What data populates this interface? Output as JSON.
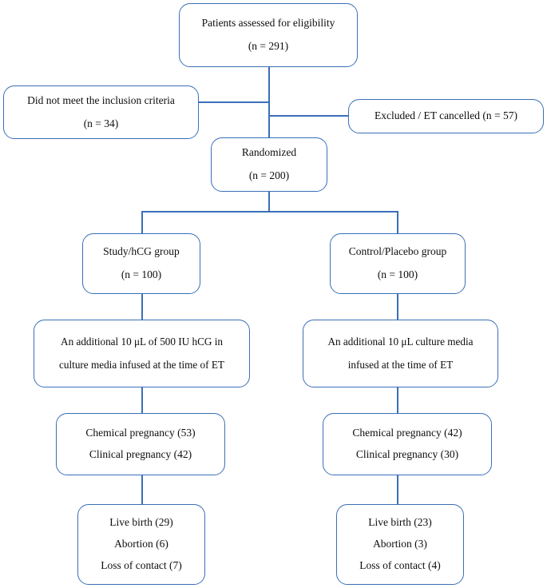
{
  "diagram": {
    "title": "CONSORT participant flow diagram",
    "accent_color": "#3a6fb8",
    "text_color": "#0d0d0d",
    "background": "#ffffff",
    "nodes": {
      "eligibility": {
        "line1": "Patients assessed for eligibility",
        "line2": "(n = 291)"
      },
      "not_met": {
        "line1": "Did not meet the inclusion criteria",
        "line2": "(n = 34)"
      },
      "excluded": {
        "line1": "Excluded / ET cancelled (n = 57)"
      },
      "randomized": {
        "line1": "Randomized",
        "line2": "(n = 200)"
      },
      "study_group": {
        "line1": "Study/hCG group",
        "line2": "(n = 100)"
      },
      "control_group": {
        "line1": "Control/Placebo group",
        "line2": "(n = 100)"
      },
      "study_intervention": {
        "line1": "An additional 10 μL of 500 IU hCG in",
        "line2": "culture media infused at the time of ET"
      },
      "control_intervention": {
        "line1": "An additional 10 μL culture media",
        "line2": "infused at the time of ET"
      },
      "study_pregnancy": {
        "line1": "Chemical pregnancy (53)",
        "line2": "Clinical pregnancy (42)"
      },
      "control_pregnancy": {
        "line1": "Chemical pregnancy (42)",
        "line2": "Clinical pregnancy (30)"
      },
      "study_outcome": {
        "line1": "Live birth (29)",
        "line2": "Abortion (6)",
        "line3": "Loss of contact (7)"
      },
      "control_outcome": {
        "line1": "Live birth (23)",
        "line2": "Abortion (3)",
        "line3": "Loss of contact (4)"
      }
    }
  },
  "chart_data": {
    "type": "diagram",
    "title": "CONSORT participant flow diagram",
    "nodes": [
      {
        "id": "eligibility",
        "label": "Patients assessed for eligibility",
        "n": 291
      },
      {
        "id": "not_met",
        "label": "Did not meet the inclusion criteria",
        "n": 34
      },
      {
        "id": "excluded",
        "label": "Excluded / ET cancelled",
        "n": 57
      },
      {
        "id": "randomized",
        "label": "Randomized",
        "n": 200
      },
      {
        "id": "study_group",
        "label": "Study/hCG group",
        "n": 100
      },
      {
        "id": "control_group",
        "label": "Control/Placebo group",
        "n": 100
      },
      {
        "id": "study_intervention",
        "label": "An additional 10 μL of 500 IU hCG in culture media infused at the time of ET"
      },
      {
        "id": "control_intervention",
        "label": "An additional 10 μL culture media infused at the time of ET"
      },
      {
        "id": "study_pregnancy",
        "chemical_pregnancy": 53,
        "clinical_pregnancy": 42
      },
      {
        "id": "control_pregnancy",
        "chemical_pregnancy": 42,
        "clinical_pregnancy": 30
      },
      {
        "id": "study_outcome",
        "live_birth": 29,
        "abortion": 6,
        "loss_of_contact": 7
      },
      {
        "id": "control_outcome",
        "live_birth": 23,
        "abortion": 3,
        "loss_of_contact": 4
      }
    ],
    "edges": [
      {
        "from": "eligibility",
        "to": "not_met"
      },
      {
        "from": "eligibility",
        "to": "excluded"
      },
      {
        "from": "eligibility",
        "to": "randomized"
      },
      {
        "from": "randomized",
        "to": "study_group"
      },
      {
        "from": "randomized",
        "to": "control_group"
      },
      {
        "from": "study_group",
        "to": "study_intervention"
      },
      {
        "from": "study_intervention",
        "to": "study_pregnancy"
      },
      {
        "from": "study_pregnancy",
        "to": "study_outcome"
      },
      {
        "from": "control_group",
        "to": "control_intervention"
      },
      {
        "from": "control_intervention",
        "to": "control_pregnancy"
      },
      {
        "from": "control_pregnancy",
        "to": "control_outcome"
      }
    ]
  }
}
